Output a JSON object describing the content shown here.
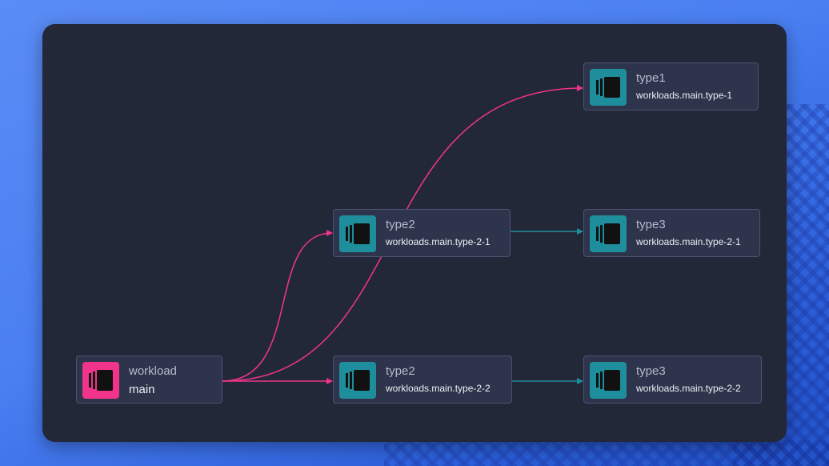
{
  "colors": {
    "canvas": "#232838",
    "node_bg": "#2e344b",
    "workload_accent": "#f0348a",
    "type_accent": "#1f8e9c",
    "edge_primary": "#f0348a",
    "edge_secondary": "#1f8e9c"
  },
  "nodes": [
    {
      "id": "workload-main",
      "kind": "workload",
      "name": "main",
      "icon": "workload-icon"
    },
    {
      "id": "type2-1",
      "kind": "type2",
      "name": "workloads.main.type-2-1",
      "icon": "workload-icon"
    },
    {
      "id": "type2-2",
      "kind": "type2",
      "name": "workloads.main.type-2-2",
      "icon": "workload-icon"
    },
    {
      "id": "type1",
      "kind": "type1",
      "name": "workloads.main.type-1",
      "icon": "workload-icon"
    },
    {
      "id": "type3-1",
      "kind": "type3",
      "name": "workloads.main.type-2-1",
      "icon": "workload-icon"
    },
    {
      "id": "type3-2",
      "kind": "type3",
      "name": "workloads.main.type-2-2",
      "icon": "workload-icon"
    }
  ],
  "edges": [
    {
      "from": "workload-main",
      "to": "type2-1",
      "color": "#f0348a"
    },
    {
      "from": "workload-main",
      "to": "type2-2",
      "color": "#f0348a"
    },
    {
      "from": "workload-main",
      "to": "type1",
      "color": "#f0348a"
    },
    {
      "from": "type2-1",
      "to": "type3-1",
      "color": "#1f8e9c"
    },
    {
      "from": "type2-2",
      "to": "type3-2",
      "color": "#1f8e9c"
    }
  ]
}
